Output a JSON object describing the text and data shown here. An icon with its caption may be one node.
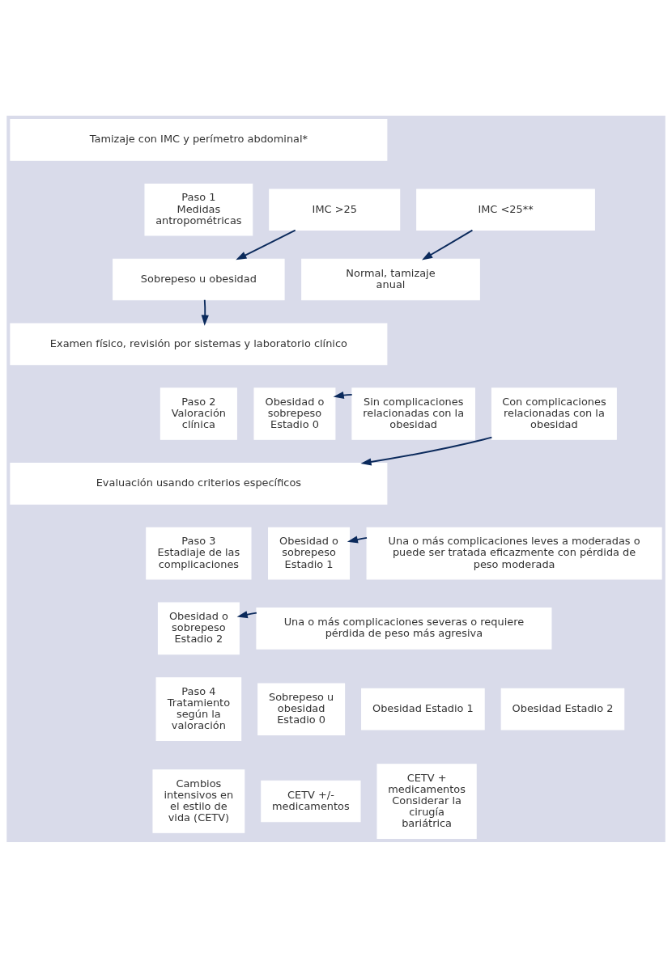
{
  "diagram": {
    "nodes": [
      {
        "text": [
          "Tamizaje con IMC y perímetro abdominal*"
        ]
      },
      {
        "text": [
          "IMC >25"
        ]
      },
      {
        "text": [
          "IMC <25**"
        ]
      },
      {
        "text": [
          "Paso 1",
          "Medidas antropométricas"
        ]
      },
      {
        "text": [
          "Sobrepeso u obesidad"
        ]
      },
      {
        "text": [
          "Normal, tamizaje anual"
        ]
      },
      {
        "text": [
          "Examen físico, revisión por sistemas y laboratorio clínico"
        ]
      },
      {
        "text": [
          "Paso 2",
          "Valoración clínica"
        ]
      },
      {
        "text": [
          "Obesidad o sobrepeso Estadio 0"
        ]
      },
      {
        "text": [
          "Sin complicaciones relacionadas con la obesidad"
        ]
      },
      {
        "text": [
          "Con complicaciones relacionadas con la obesidad"
        ]
      },
      {
        "text": [
          "Evaluación usando criterios específicos"
        ]
      },
      {
        "text": [
          "Paso 3",
          "Estadiaje de las complicaciones"
        ]
      },
      {
        "text": [
          "Obesidad o sobrepeso Estadio 1"
        ]
      },
      {
        "text": [
          "Una o más complicaciones leves a moderadas o puede ser tratada eficazmente con pérdida de peso moderada"
        ]
      },
      {
        "text": [
          "Obesidad o sobrepeso Estadio 2"
        ]
      },
      {
        "text": [
          "Una o más complicaciones severas o requiere pérdida de peso más agresiva"
        ]
      },
      {
        "text": [
          "Paso 4",
          "Tratamiento según la valoración"
        ]
      },
      {
        "text": [
          "Sobrepeso u obesidad Estadio 0"
        ]
      },
      {
        "text": [
          "Obesidad Estadio 1"
        ]
      },
      {
        "text": [
          "Obesidad Estadio 2"
        ]
      },
      {
        "text": [
          "Cambios intensivos en el estilo de vida (CETV)"
        ]
      },
      {
        "text": [
          "CETV +/- medicamentos"
        ]
      },
      {
        "text": [
          "CETV + medicamentos Considerar la cirugía bariátrica"
        ]
      }
    ],
    "edges": [
      {
        "from": 1,
        "to": 4,
        "arrow": "to"
      },
      {
        "from": 2,
        "to": 5,
        "arrow": "to"
      },
      {
        "from": 4,
        "to": 6,
        "arrow": "to"
      },
      {
        "from": 9,
        "to": 8,
        "arrow": "to"
      },
      {
        "from": 10,
        "to": 11,
        "arrow": "to"
      },
      {
        "from": 14,
        "to": 13,
        "arrow": "to"
      },
      {
        "from": 16,
        "to": 15,
        "arrow": "to"
      }
    ]
  }
}
